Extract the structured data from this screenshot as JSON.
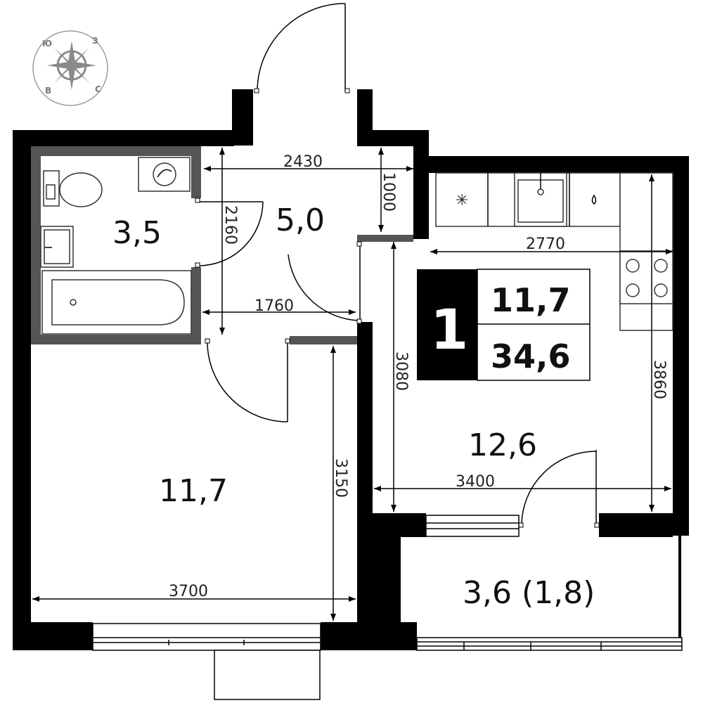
{
  "compass": {
    "north": "З",
    "south": "В",
    "east": "С",
    "west": "Ю"
  },
  "rooms": {
    "bathroom_area": "3,5",
    "hall_area": "5,0",
    "bedroom_area": "11,7",
    "kitchen_area": "12,6",
    "balcony_area": "3,6 (1,8)"
  },
  "dimensions": {
    "d2430": "2430",
    "d1000": "1000",
    "d2160": "2160",
    "d2770": "2770",
    "d1760": "1760",
    "d3080": "3080",
    "d3860": "3860",
    "d3150": "3150",
    "d3400": "3400",
    "d3700": "3700"
  },
  "badge": {
    "rooms_count": "1",
    "living_area": "11,7",
    "total_area": "34,6"
  },
  "colors": {
    "wall": "#000000",
    "partition": "#555555",
    "compass": "#8a8a8a"
  }
}
